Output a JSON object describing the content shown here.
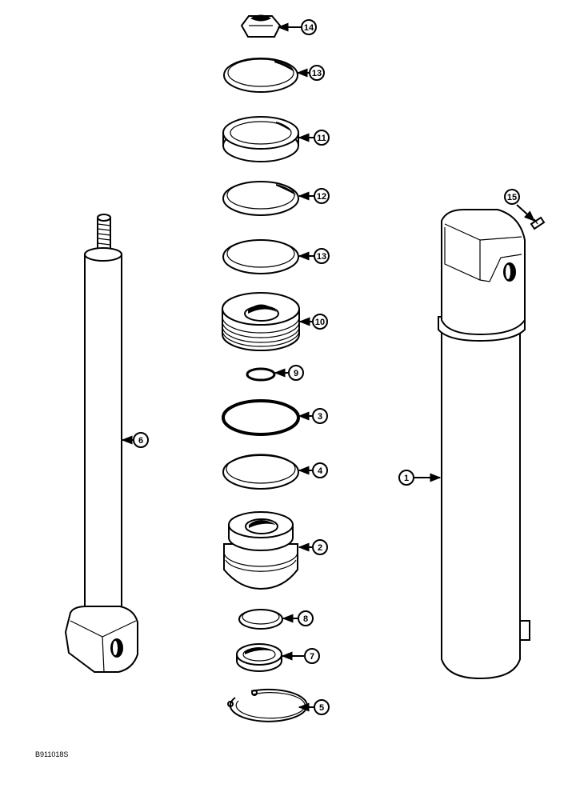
{
  "figure": {
    "code": "B911018S",
    "callouts": [
      "14",
      "13",
      "11",
      "12",
      "13",
      "10",
      "9",
      "3",
      "4",
      "2",
      "8",
      "7",
      "5",
      "6",
      "1",
      "15"
    ]
  }
}
